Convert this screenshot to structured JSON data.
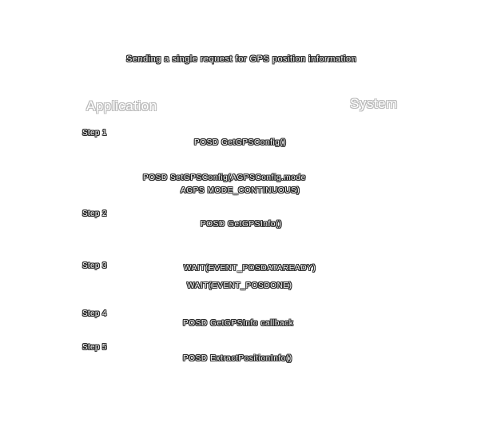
{
  "title": "Sending a single request for GPS position information",
  "lanes": {
    "application": "Application",
    "system": "System"
  },
  "steps": [
    {
      "label": "Step 1",
      "lines": [
        "POSD    GetGPSConfig()"
      ]
    },
    {
      "label": "",
      "lines": [
        "POSD    SetGPSConfig(AGPSConfig.mode",
        "AGPS MODE_CONTINUOUS)"
      ]
    },
    {
      "label": "Step 2",
      "lines": [
        "POSD    GetGPSInfo()"
      ]
    },
    {
      "label": "Step 3",
      "lines": [
        "WAIT(EVENT_POSDATAREADY)",
        "WAIT(EVENT_POSDONE)"
      ]
    },
    {
      "label": "Step 4",
      "lines": [
        "POSD    GetGPSInfo callback"
      ]
    },
    {
      "label": "Step 5",
      "lines": [
        "POSD    ExtractPositionInfo()"
      ]
    }
  ]
}
